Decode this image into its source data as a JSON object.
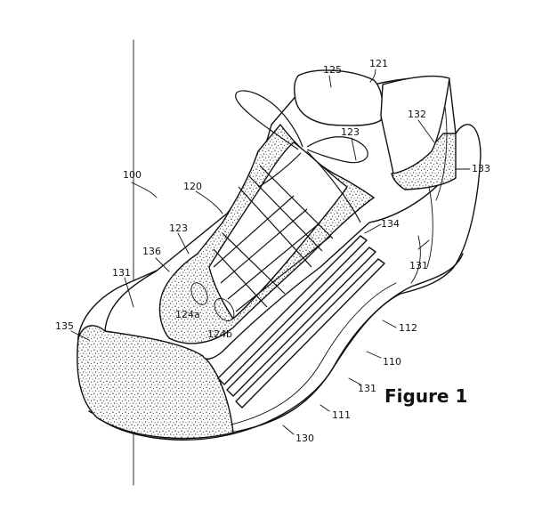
{
  "figure": {
    "caption": "Figure 1",
    "labels": {
      "ref_100": "100",
      "ref_110": "110",
      "ref_111": "111",
      "ref_112": "112",
      "ref_120": "120",
      "ref_121": "121",
      "ref_123_top": "123",
      "ref_123_left": "123",
      "ref_124a": "124a",
      "ref_124b": "124b",
      "ref_125": "125",
      "ref_130": "130",
      "ref_131_left": "131",
      "ref_131_right": "131",
      "ref_131_bottom": "131",
      "ref_132": "132",
      "ref_133": "133",
      "ref_134": "134",
      "ref_135": "135",
      "ref_136": "136"
    }
  }
}
